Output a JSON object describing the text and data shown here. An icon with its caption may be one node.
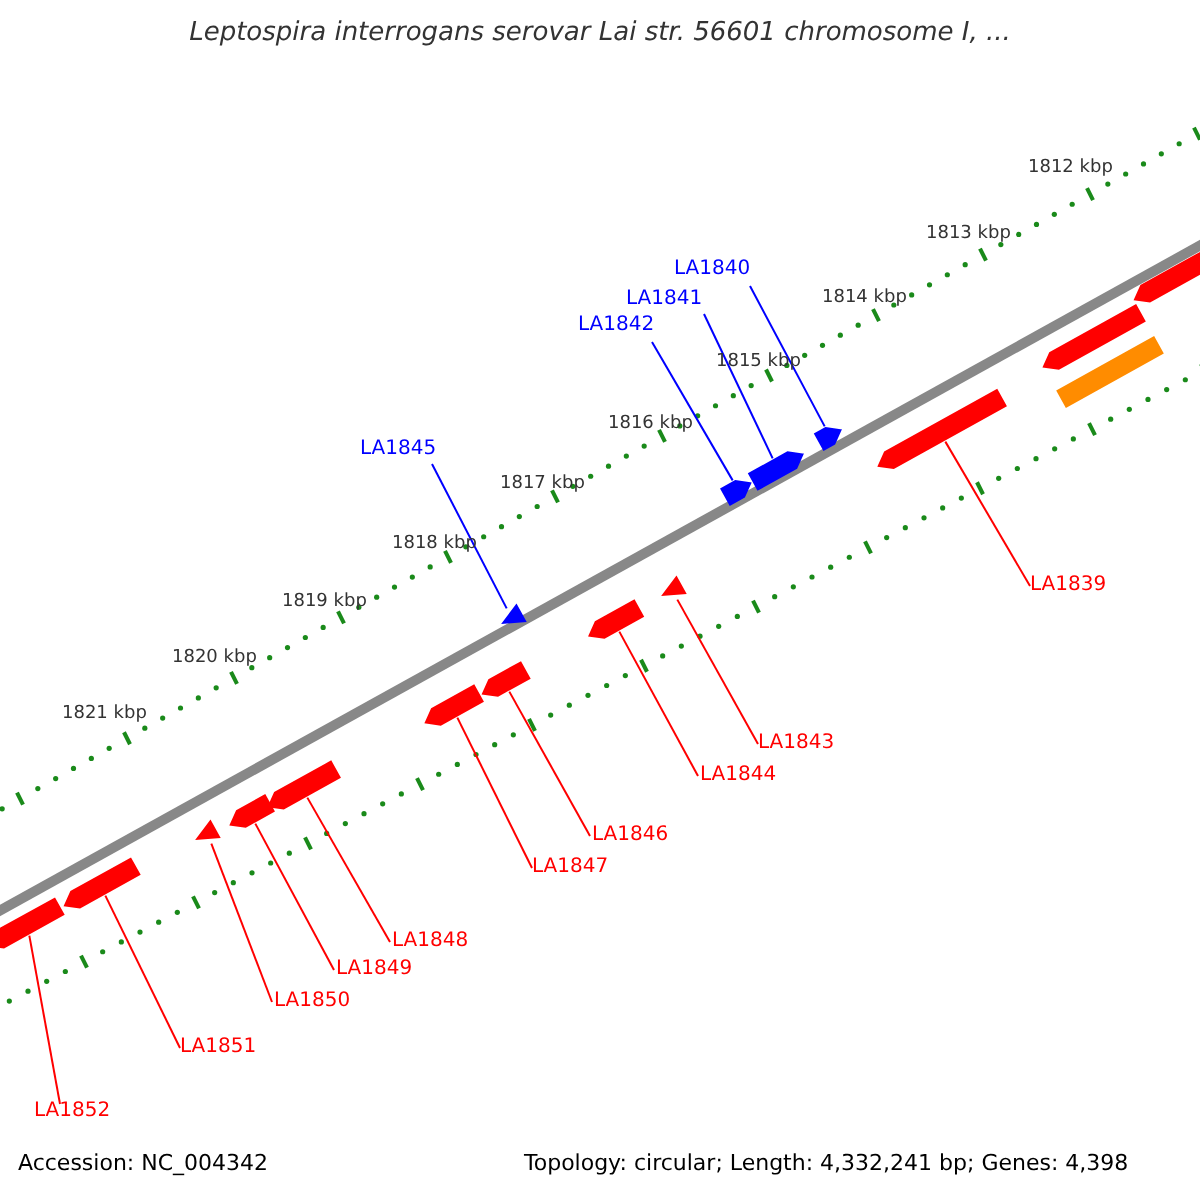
{
  "diagram": {
    "title": "Leptospira interrogans serovar Lai str. 56601 chromosome I, ...",
    "nodes": [
      {
        "text": [
          "LA1840"
        ]
      },
      {
        "text": [
          "LA1841"
        ]
      },
      {
        "text": [
          "LA1842"
        ]
      },
      {
        "text": [
          "LA1845"
        ]
      },
      {
        "text": [
          "LA1839"
        ]
      },
      {
        "text": [
          "LA1843"
        ]
      },
      {
        "text": [
          "LA1844"
        ]
      },
      {
        "text": [
          "LA1846"
        ]
      },
      {
        "text": [
          "LA1847"
        ]
      },
      {
        "text": [
          "LA1848"
        ]
      },
      {
        "text": [
          "LA1849"
        ]
      },
      {
        "text": [
          "LA1850"
        ]
      },
      {
        "text": [
          "LA1851"
        ]
      },
      {
        "text": [
          "LA1852"
        ]
      },
      {
        "text": [],
        "shape": "arrow"
      },
      {
        "text": [],
        "shape": "arrow"
      },
      {
        "text": [],
        "shape": "arrow"
      },
      {
        "text": [],
        "shape": "arrow"
      },
      {
        "text": [],
        "shape": "arrow"
      },
      {
        "text": [],
        "shape": "arrow"
      },
      {
        "text": [],
        "shape": "arrow"
      },
      {
        "text": [],
        "shape": "triangle"
      },
      {
        "text": [],
        "shape": "arrow"
      },
      {
        "text": [],
        "shape": "triangle"
      },
      {
        "text": [],
        "shape": "arrow"
      },
      {
        "text": [],
        "shape": "arrow"
      },
      {
        "text": [],
        "shape": "arrow"
      },
      {
        "text": [],
        "shape": "arrow"
      },
      {
        "text": [],
        "shape": "triangle"
      },
      {
        "text": [],
        "shape": "arrow"
      },
      {
        "text": [],
        "shape": "arrow"
      }
    ],
    "edges": [
      {
        "from": 0,
        "to": 18,
        "arrow": "none",
        "color": "#0000ff"
      },
      {
        "from": 1,
        "to": 19,
        "arrow": "none",
        "color": "#0000ff"
      },
      {
        "from": 2,
        "to": 20,
        "arrow": "none",
        "color": "#0000ff"
      },
      {
        "from": 3,
        "to": 23,
        "arrow": "none",
        "color": "#0000ff"
      },
      {
        "from": 4,
        "to": 17,
        "arrow": "none"
      },
      {
        "from": 5,
        "to": 21,
        "arrow": "none"
      },
      {
        "from": 6,
        "to": 22,
        "arrow": "none"
      },
      {
        "from": 7,
        "to": 24,
        "arrow": "none"
      },
      {
        "from": 8,
        "to": 25,
        "arrow": "none"
      },
      {
        "from": 9,
        "to": 26,
        "arrow": "none"
      },
      {
        "from": 10,
        "to": 27,
        "arrow": "none"
      },
      {
        "from": 11,
        "to": 28,
        "arrow": "none"
      },
      {
        "from": 12,
        "to": 29,
        "arrow": "none"
      },
      {
        "from": 13,
        "to": 30,
        "arrow": "none"
      }
    ],
    "labels": [
      "1812 kbp",
      "1813 kbp",
      "1814 kbp",
      "1815 kbp",
      "1816 kbp",
      "1817 kbp",
      "1818 kbp",
      "1819 kbp",
      "1820 kbp",
      "1821 kbp",
      "Accession: NC_004342",
      "Topology: circular; Length: 4,332,241 bp; Genes: 4,398"
    ]
  }
}
